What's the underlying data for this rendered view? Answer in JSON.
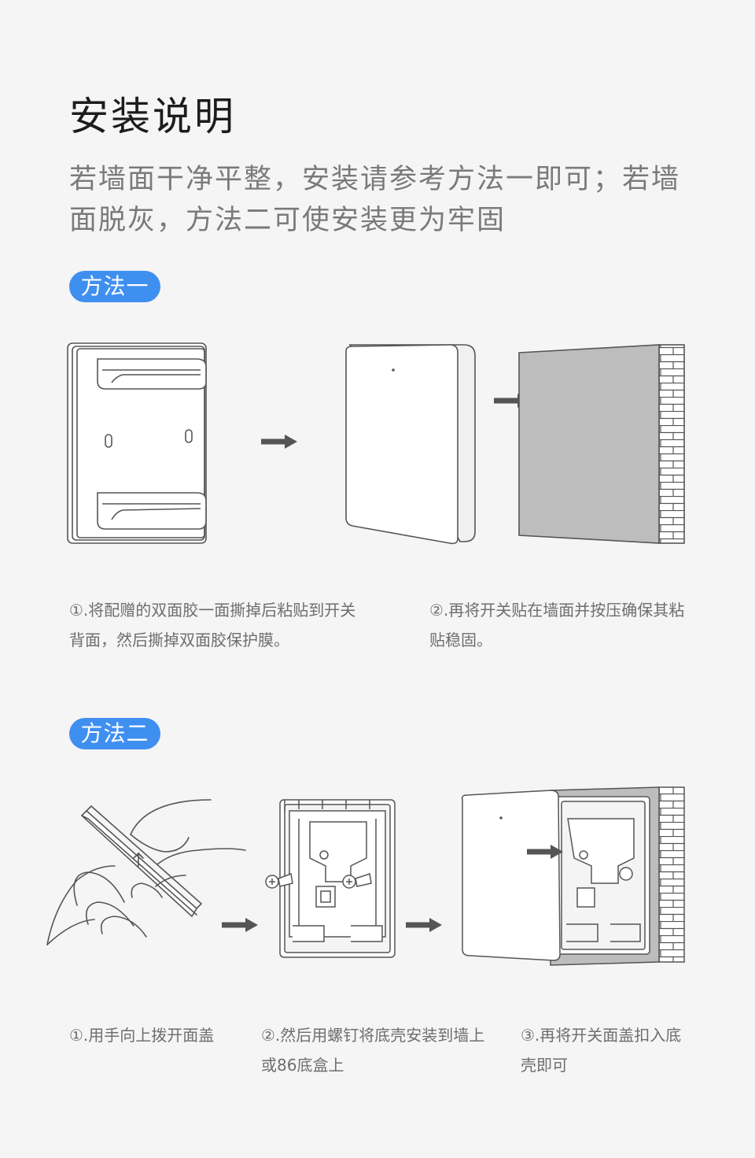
{
  "title": "安装说明",
  "intro": "若墙面干净平整，安装请参考方法一即可；若墙面脱灰，方法二可使安装更为牢固",
  "method1": {
    "label": "方法一",
    "captions": [
      "①.将配赠的双面胶一面撕掉后粘贴到开关背面，然后撕掉双面胶保护膜。",
      "②.再将开关贴在墙面并按压确保其粘贴稳固。"
    ]
  },
  "method2": {
    "label": "方法二",
    "captions": [
      "①.用手向上拨开面盖",
      "②.然后用螺钉将底壳安装到墙上或86底盒上",
      "③.再将开关面盖扣入底壳即可"
    ]
  },
  "icons": [
    "switch-back-tape-icon",
    "arrow-right-icon",
    "switch-front-icon",
    "wall-panel-icon",
    "hand-open-cover-icon",
    "base-screw-icon",
    "switch-snap-on-wall-icon"
  ],
  "colors": {
    "accent": "#3f8ff0",
    "background": "#f5f5f5",
    "line": "#555555",
    "wall_fill": "#bdbdbd"
  }
}
